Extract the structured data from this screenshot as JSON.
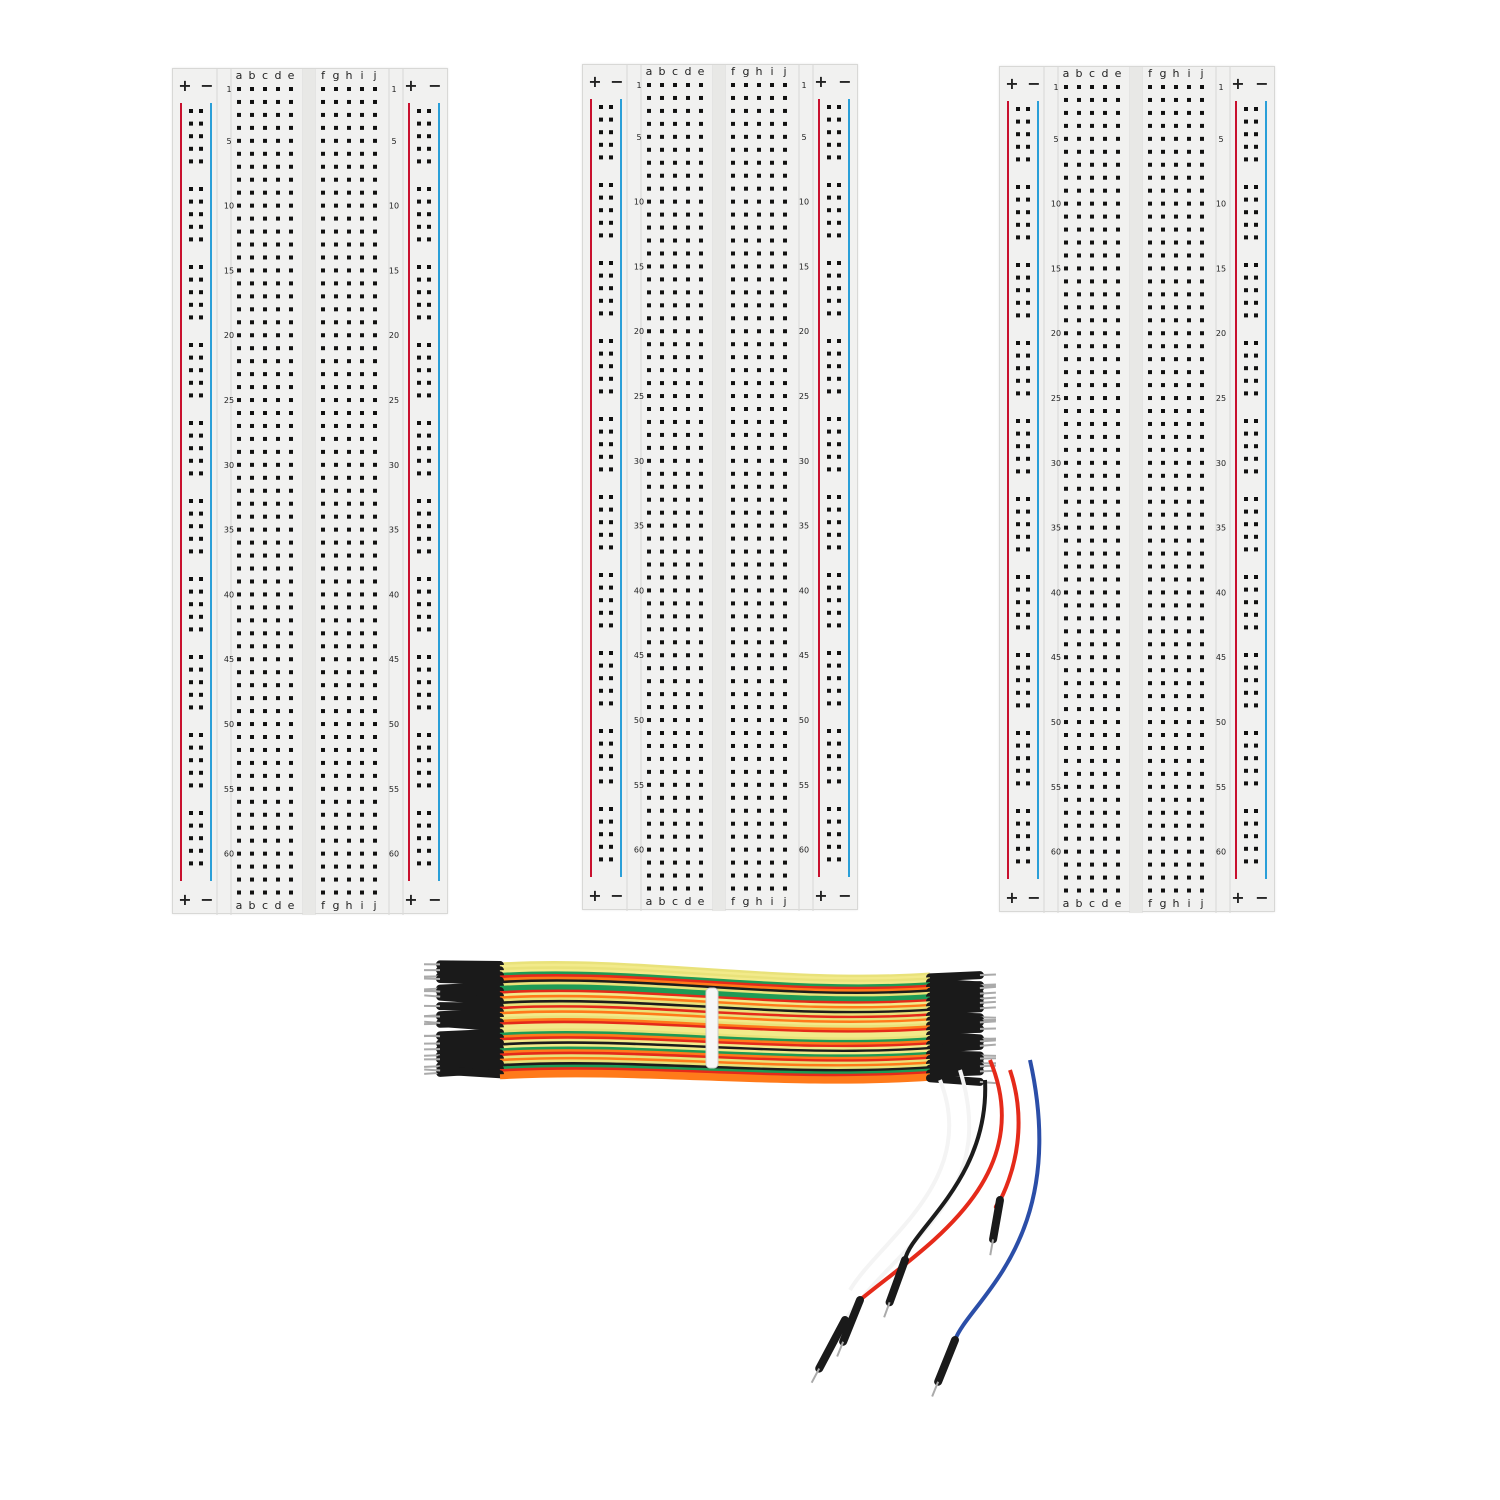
{
  "breadboards": [
    {
      "id": "left"
    },
    {
      "id": "center"
    },
    {
      "id": "right"
    }
  ],
  "column_letters_left": [
    "a",
    "b",
    "c",
    "d",
    "e"
  ],
  "column_letters_right": [
    "f",
    "g",
    "h",
    "i",
    "j"
  ],
  "rail_plus_symbol": "+",
  "rail_minus_symbol": "−",
  "row_number_labels": [
    "1",
    "5",
    "10",
    "15",
    "20",
    "25",
    "30",
    "35",
    "40",
    "45",
    "50",
    "55",
    "60"
  ],
  "row_count": 63,
  "colors": {
    "rail_red": "#c8102e",
    "rail_blue": "#2a9fd8",
    "board": "#f1f1f0",
    "hole": "#111111"
  },
  "jumper_wire_colors": [
    "#f2ea8a",
    "#e9e27a",
    "#1e9b55",
    "#ff7a1a",
    "#e52a1a",
    "#2b4ea8",
    "#1c1c1c",
    "#f4f4f4"
  ]
}
